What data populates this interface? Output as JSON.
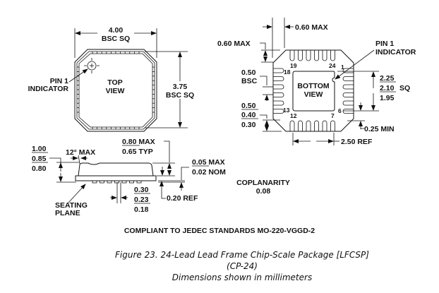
{
  "top_view": {
    "title_line1": "TOP",
    "title_line2": "VIEW",
    "width_dim": "4.00",
    "width_dim_sub": "BSC SQ",
    "height_dim": "3.75",
    "height_dim_sub": "BSC SQ",
    "pin1_line1": "PIN 1",
    "pin1_line2": "INDICATOR"
  },
  "bottom_view": {
    "title_line1": "BOTTOM",
    "title_line2": "VIEW",
    "pin1_line1": "PIN 1",
    "pin1_line2": "INDICATOR",
    "lead_len_top": "0.60 MAX",
    "lead_len_left": "0.60 MAX",
    "pitch": "0.50",
    "pitch_sub": "BSC",
    "lead_len_max": "0.50",
    "lead_len_nom": "0.40",
    "lead_len_min": "0.30",
    "pad_max": "2.25",
    "pad_nom": "2.10",
    "pad_sq": "SQ",
    "pad_min": "1.95",
    "pad_gap": "0.25 MIN",
    "lead_span": "2.50 REF",
    "pin_numbers": {
      "p1": "1",
      "p6": "6",
      "p7": "7",
      "p12": "12",
      "p13": "13",
      "p18": "18",
      "p19": "19",
      "p24": "24"
    }
  },
  "side_view": {
    "height_max": "1.00",
    "height_nom": "0.85",
    "height_min": "0.80",
    "angle": "12° MAX",
    "body_max": "0.80 MAX",
    "body_typ": "0.65 TYP",
    "standoff_max": "0.05 MAX",
    "standoff_nom": "0.02 NOM",
    "lead_w_max": "0.30",
    "lead_w_nom": "0.23",
    "lead_w_min": "0.18",
    "frame_thk": "0.20 REF",
    "seating_line1": "SEATING",
    "seating_line2": "PLANE",
    "coplanarity": "COPLANARITY",
    "coplanarity_val": "0.08"
  },
  "compliance": "COMPLIANT TO JEDEC STANDARDS MO-220-VGGD-2",
  "caption": {
    "line1": "Figure 23. 24-Lead Lead Frame Chip-Scale Package [LFCSP]",
    "line2": "(CP-24)",
    "line3": "Dimensions shown in millimeters"
  }
}
